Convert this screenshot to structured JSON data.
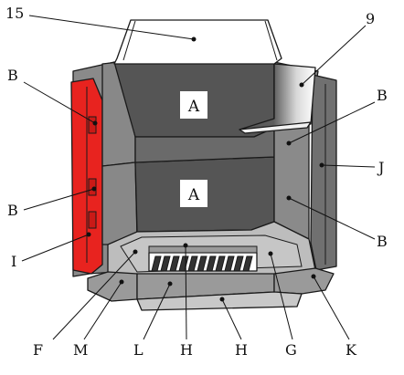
{
  "labels": {
    "n15": "15",
    "n9": "9",
    "B": "B",
    "A": "A",
    "J": "J",
    "I": "I",
    "F": "F",
    "M": "M",
    "L": "L",
    "H": "H",
    "G": "G",
    "K": "K"
  },
  "colors": {
    "dark_panel": "#555555",
    "side_panel": "#8a8a8a",
    "floor": "#bdbdbd",
    "front_bar": "#9a9a9a",
    "door_red": "#e8231f",
    "outline": "#1a1a1a"
  }
}
